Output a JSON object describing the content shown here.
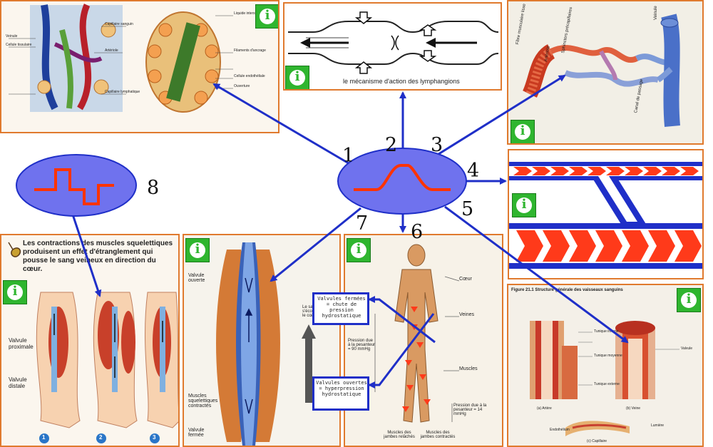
{
  "panels": {
    "lymph_capillaries": {
      "labels": [
        "Veinule",
        "Cellule tissulaire",
        "Artériole",
        "Capillaire sanguin",
        "Capillaire lymphatique",
        "Liquide interstitiel",
        "Filaments d'ancrage",
        "Cellule endothéliale",
        "Ouverture"
      ]
    },
    "lymphangion": {
      "caption": "le mécanisme d'action des lymphangions"
    },
    "microcirculation": {
      "labels": [
        "Fibre musculaire lisse",
        "Sphincters précapillaires",
        "Veinule",
        "Canal de passage",
        "Artériole"
      ]
    },
    "leg_pump": {
      "header": "Les contractions des muscles squelettiques produisent un effet d'étranglement qui pousse le sang veineux en direction du cœur.",
      "valve_proximal": "Valvule proximale",
      "valve_distal": "Valvule distale",
      "steps": [
        "1",
        "2",
        "3"
      ]
    },
    "muscle_valve": {
      "labels": [
        "Valvule ouverte",
        "Muscles squelettiques contractés",
        "Valvule fermée",
        "Le sang ne s'écoule que vers le cœur"
      ]
    },
    "body": {
      "labels": [
        "Cœur",
        "Veines",
        "Muscles",
        "Pression due à la pesanteur = 90 mmHg",
        "Pression due à la pesanteur = 14 mmHg",
        "Muscles des jambes relâchés",
        "Muscles des jambes contractés"
      ],
      "box_closed": "Valvules fermées = chute de pression hydrostatique",
      "box_open": "Valvules ouvertes = hyperpression hydrostatique"
    },
    "vessel_structure": {
      "figure_title": "Figure 21.1 Structure générale des vaisseaux sanguins",
      "labels": [
        "Tunique interne",
        "Tunique moyenne",
        "Tunique externe",
        "Lumière",
        "Valvule",
        "Endothélium",
        "(a) Artère",
        "(b) Veine",
        "(c) Capillaire"
      ]
    }
  },
  "center": {
    "numbers": [
      "1",
      "2",
      "3",
      "4",
      "5",
      "6",
      "7"
    ]
  },
  "left_node": {
    "number": "8"
  },
  "info_glyph": "i",
  "colors": {
    "arrow": "#1f2fc8",
    "node_fill": "#6f72ee",
    "signal": "#ff3300",
    "panel_border": "#e07a2e",
    "info_green": "#2fb52f"
  }
}
